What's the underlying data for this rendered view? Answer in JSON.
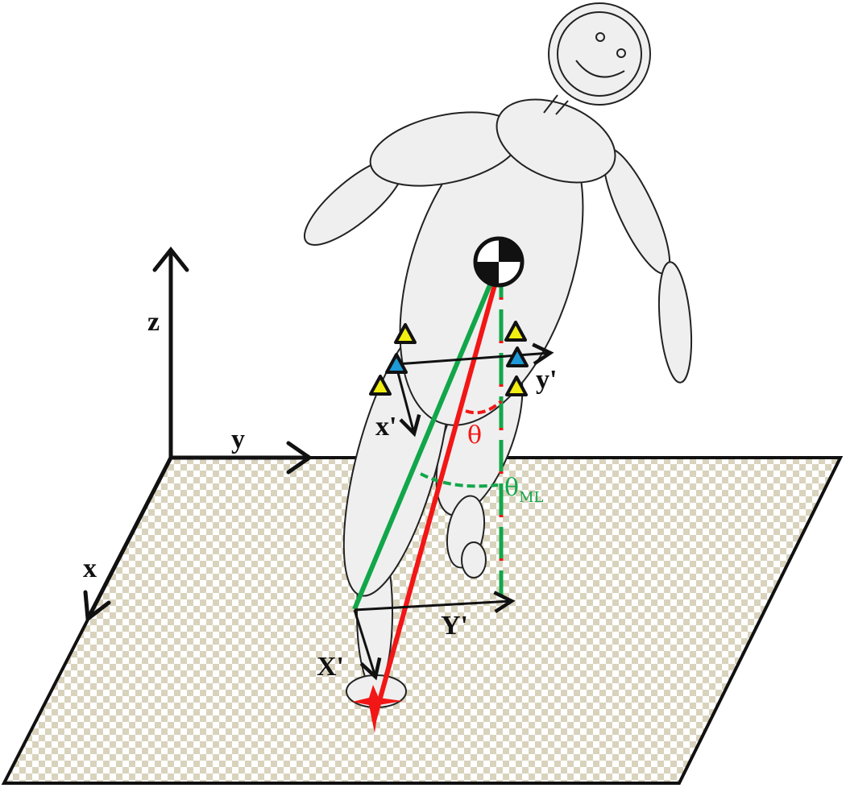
{
  "colors": {
    "cop_line": "#f21616",
    "ml_line": "#12a64a",
    "marker_yellow": "#f2ee12",
    "marker_blue": "#1e9ad8",
    "floor_check": "#d9d3bd"
  },
  "labels": {
    "global_z": "z",
    "global_y": "y",
    "global_x": "x",
    "local_x": "x'",
    "local_y": "y'",
    "theta": "θ",
    "theta_ml": "θ",
    "theta_ml_sub": "ML",
    "foot_y": "Y'",
    "foot_x": "X'"
  }
}
